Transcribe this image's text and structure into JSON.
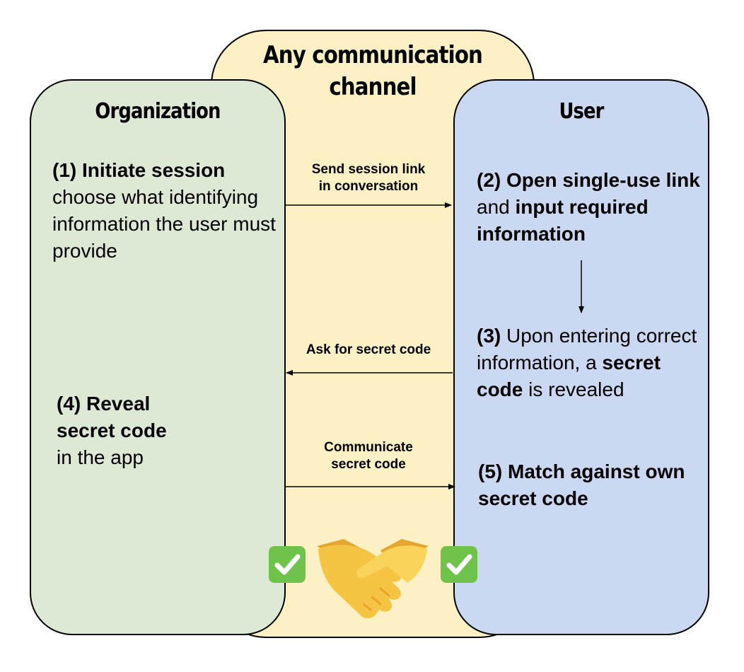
{
  "channel": {
    "title_line1": "Any communication",
    "title_line2": "channel"
  },
  "organization": {
    "title": "Organization",
    "step1": {
      "bold": "(1) Initiate session",
      "text": "choose what identifying information the user must provide"
    },
    "step4": {
      "bold_line1": "(4) Reveal",
      "bold_line2": "secret code",
      "text": "in the app"
    }
  },
  "user": {
    "title": "User",
    "step2": {
      "bold1": "(2) Open single-use link",
      "mid": " and ",
      "bold2": "input required information"
    },
    "step3": {
      "bold1": "(3)",
      "text1": " Upon entering correct information, a ",
      "bold2": "secret code",
      "text2": " is revealed"
    },
    "step5": {
      "bold": "(5) Match against own secret code"
    }
  },
  "arrows": {
    "send_line1": "Send session link",
    "send_line2": "in conversation",
    "ask": "Ask for secret code",
    "communicate_line1": "Communicate",
    "communicate_line2": "secret code"
  },
  "colors": {
    "channel_fill": "#fdf0c4",
    "organization_fill": "#dde9d5",
    "user_fill": "#cad8f2",
    "check_green": "#6fc24a",
    "handshake_yellow": "#f6c443"
  },
  "icons": [
    "check-mark-icon",
    "handshake-icon",
    "check-mark-icon"
  ]
}
